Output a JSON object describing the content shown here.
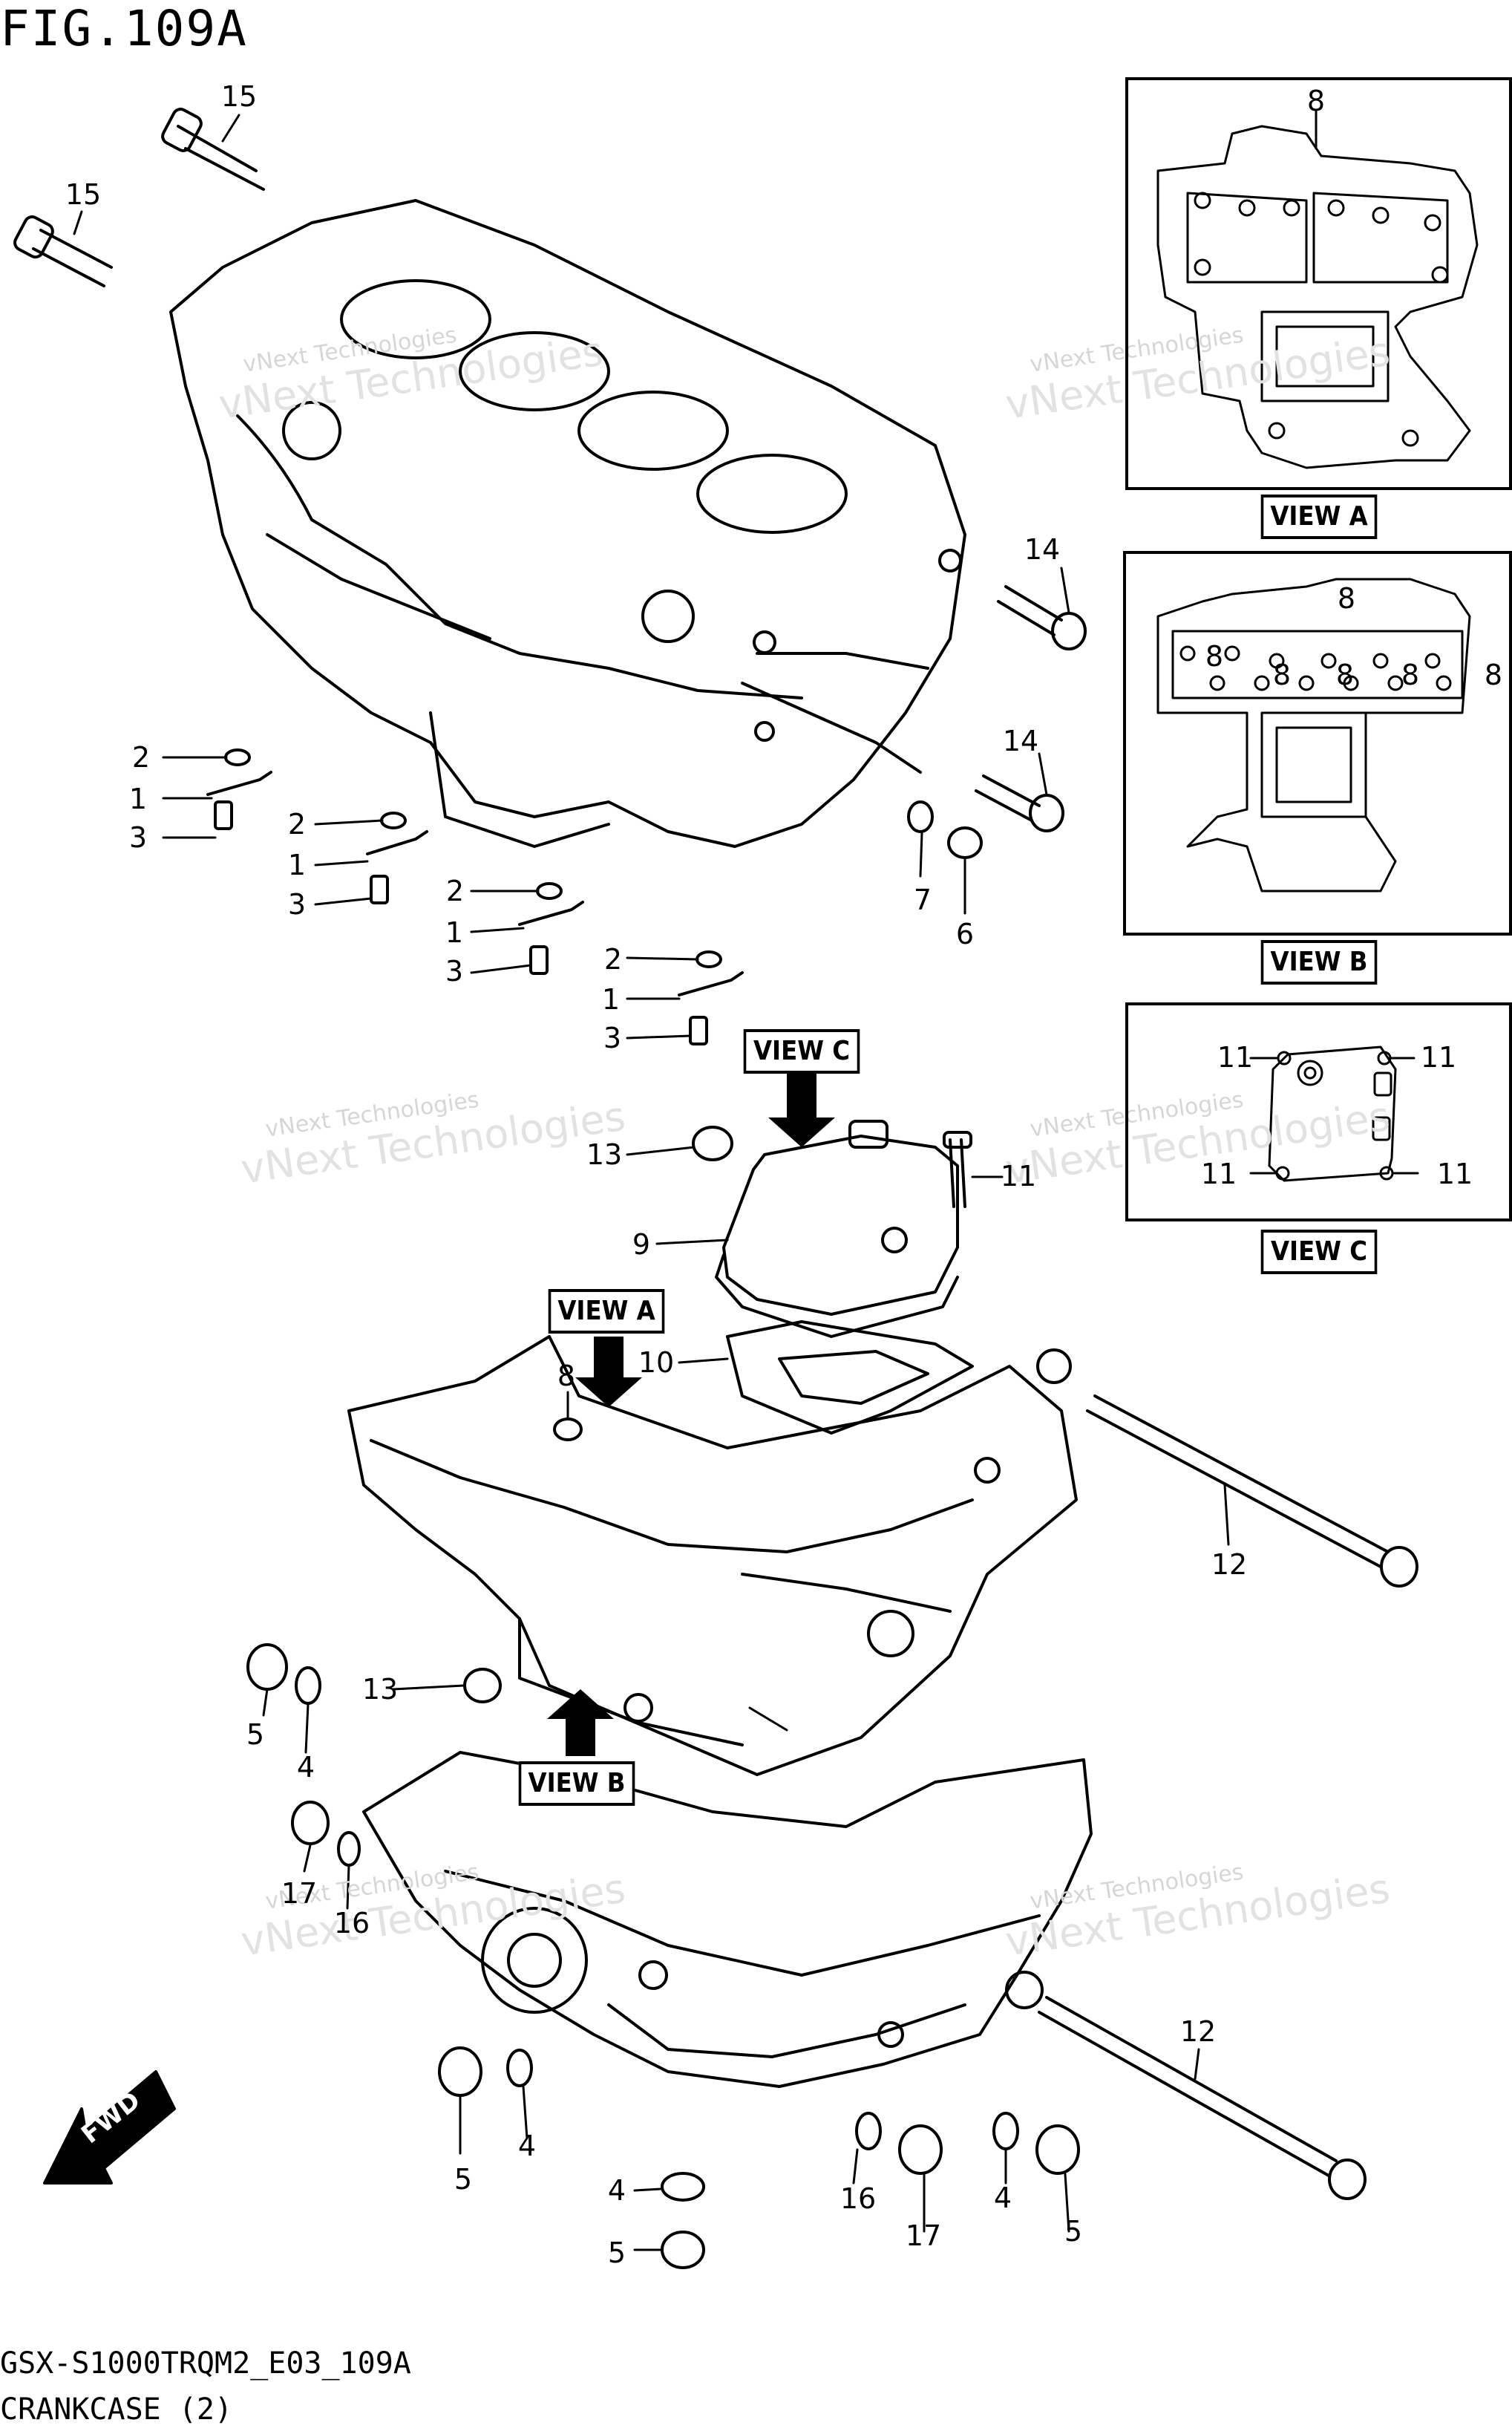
{
  "figure": {
    "title": "FIG.109A",
    "model_code": "GSX-S1000TRQM2_E03_109A",
    "part_group": "CRANKCASE (2)"
  },
  "views": {
    "view_a": "VIEW A",
    "view_b": "VIEW B",
    "view_c": "VIEW C"
  },
  "direction_label": "FWD",
  "watermark": {
    "line1": "vNext Technologies",
    "line2": "vNext Technologies"
  },
  "callouts": [
    {
      "id": "c1",
      "text": "15"
    },
    {
      "id": "c2",
      "text": "15"
    },
    {
      "id": "c3",
      "text": "14"
    },
    {
      "id": "c4",
      "text": "14"
    },
    {
      "id": "c5",
      "text": "2"
    },
    {
      "id": "c6",
      "text": "1"
    },
    {
      "id": "c7",
      "text": "3"
    },
    {
      "id": "c8",
      "text": "2"
    },
    {
      "id": "c9",
      "text": "1"
    },
    {
      "id": "c10",
      "text": "3"
    },
    {
      "id": "c11",
      "text": "2"
    },
    {
      "id": "c12",
      "text": "1"
    },
    {
      "id": "c13",
      "text": "3"
    },
    {
      "id": "c14",
      "text": "2"
    },
    {
      "id": "c15",
      "text": "1"
    },
    {
      "id": "c16",
      "text": "3"
    },
    {
      "id": "c17",
      "text": "7"
    },
    {
      "id": "c18",
      "text": "6"
    },
    {
      "id": "c19",
      "text": "13"
    },
    {
      "id": "c20",
      "text": "11"
    },
    {
      "id": "c21",
      "text": "9"
    },
    {
      "id": "c22",
      "text": "10"
    },
    {
      "id": "c23",
      "text": "8"
    },
    {
      "id": "c24",
      "text": "12"
    },
    {
      "id": "c25",
      "text": "5"
    },
    {
      "id": "c26",
      "text": "4"
    },
    {
      "id": "c27",
      "text": "13"
    },
    {
      "id": "c28",
      "text": "17"
    },
    {
      "id": "c29",
      "text": "16"
    },
    {
      "id": "c30",
      "text": "12"
    },
    {
      "id": "c31",
      "text": "5"
    },
    {
      "id": "c32",
      "text": "4"
    },
    {
      "id": "c33",
      "text": "4"
    },
    {
      "id": "c34",
      "text": "5"
    },
    {
      "id": "c35",
      "text": "16"
    },
    {
      "id": "c36",
      "text": "17"
    },
    {
      "id": "c37",
      "text": "4"
    },
    {
      "id": "c38",
      "text": "5"
    },
    {
      "id": "va1",
      "text": "8"
    },
    {
      "id": "vb1",
      "text": "8"
    },
    {
      "id": "vb2",
      "text": "8"
    },
    {
      "id": "vb3",
      "text": "8"
    },
    {
      "id": "vb4",
      "text": "8"
    },
    {
      "id": "vb5",
      "text": "8"
    },
    {
      "id": "vb6",
      "text": "8"
    },
    {
      "id": "vc1",
      "text": "11"
    },
    {
      "id": "vc2",
      "text": "11"
    },
    {
      "id": "vc3",
      "text": "11"
    },
    {
      "id": "vc4",
      "text": "11"
    }
  ]
}
